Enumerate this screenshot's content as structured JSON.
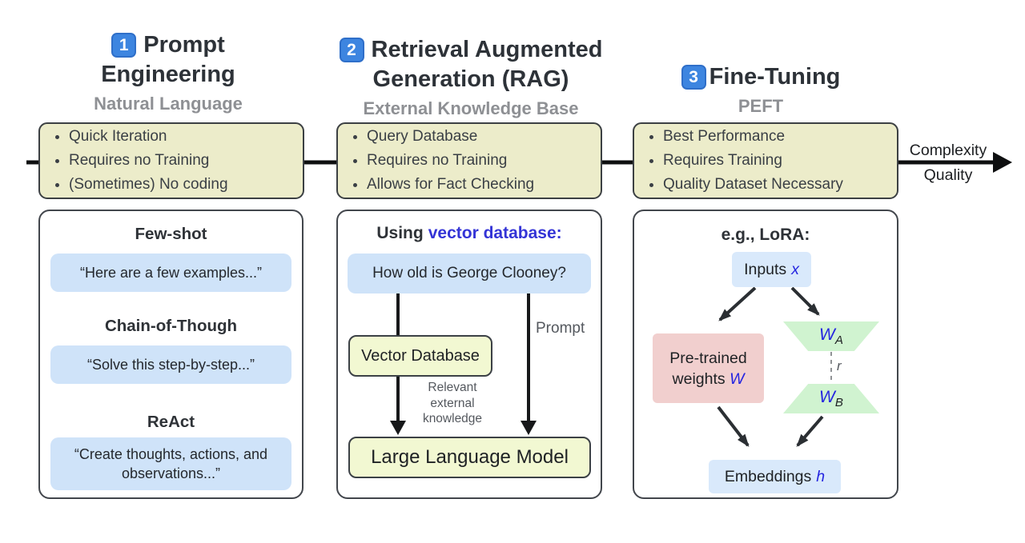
{
  "headers": [
    {
      "num": "1",
      "line1": "Prompt",
      "line2": "Engineering",
      "subtitle": "Natural Language"
    },
    {
      "num": "2",
      "line1": "Retrieval Augmented",
      "line2": "Generation (RAG)",
      "subtitle": "External Knowledge Base"
    },
    {
      "num": "3",
      "line1": "Fine-Tuning",
      "subtitle": "PEFT"
    }
  ],
  "axis": {
    "top_label": "Complexity",
    "bottom_label": "Quality"
  },
  "feature_boxes": [
    {
      "items": [
        "Quick Iteration",
        "Requires no Training",
        "(Sometimes) No coding"
      ]
    },
    {
      "items": [
        "Query Database",
        "Requires no Training",
        "Allows for Fact Checking"
      ]
    },
    {
      "items": [
        "Best Performance",
        "Requires Training",
        "Quality Dataset Necessary"
      ]
    }
  ],
  "panel_prompt": {
    "sections": [
      {
        "heading": "Few-shot",
        "quote": "“Here are a few examples...”"
      },
      {
        "heading": "Chain-of-Though",
        "quote": "“Solve this step-by-step...”"
      },
      {
        "heading": "ReAct",
        "quote": "“Create thoughts, actions, and observations...”"
      }
    ]
  },
  "panel_rag": {
    "heading_prefix": "Using",
    "heading_highlight": "vector database:",
    "question": "How old is George Clooney?",
    "prompt_label": "Prompt",
    "vector_db": "Vector Database",
    "relevant_note": "Relevant external knowledge",
    "llm": "Large Language Model"
  },
  "panel_finetune": {
    "heading": "e.g., LoRA:",
    "inputs_label": "Inputs",
    "inputs_var": "x",
    "pretrained_line1": "Pre-trained",
    "pretrained_label2": "weights",
    "pretrained_var": "W",
    "lora_a_var": "W",
    "lora_a_sub": "A",
    "rank_label": "r",
    "lora_b_var": "W",
    "lora_b_sub": "B",
    "embeddings_label": "Embeddings",
    "embeddings_var": "h"
  },
  "colors": {
    "badge_blue": "#3d85e0",
    "feature_fill": "#ececca",
    "quote_fill": "#cfe3f9",
    "db_fill": "#f2f8d2",
    "node_blue_fill": "#d9e9fb",
    "node_pink_fill": "#f1cfce",
    "trapezoid_green": "#d0f3d0",
    "highlight_text": "#3434d6",
    "math_var_blue": "#2525e0"
  }
}
